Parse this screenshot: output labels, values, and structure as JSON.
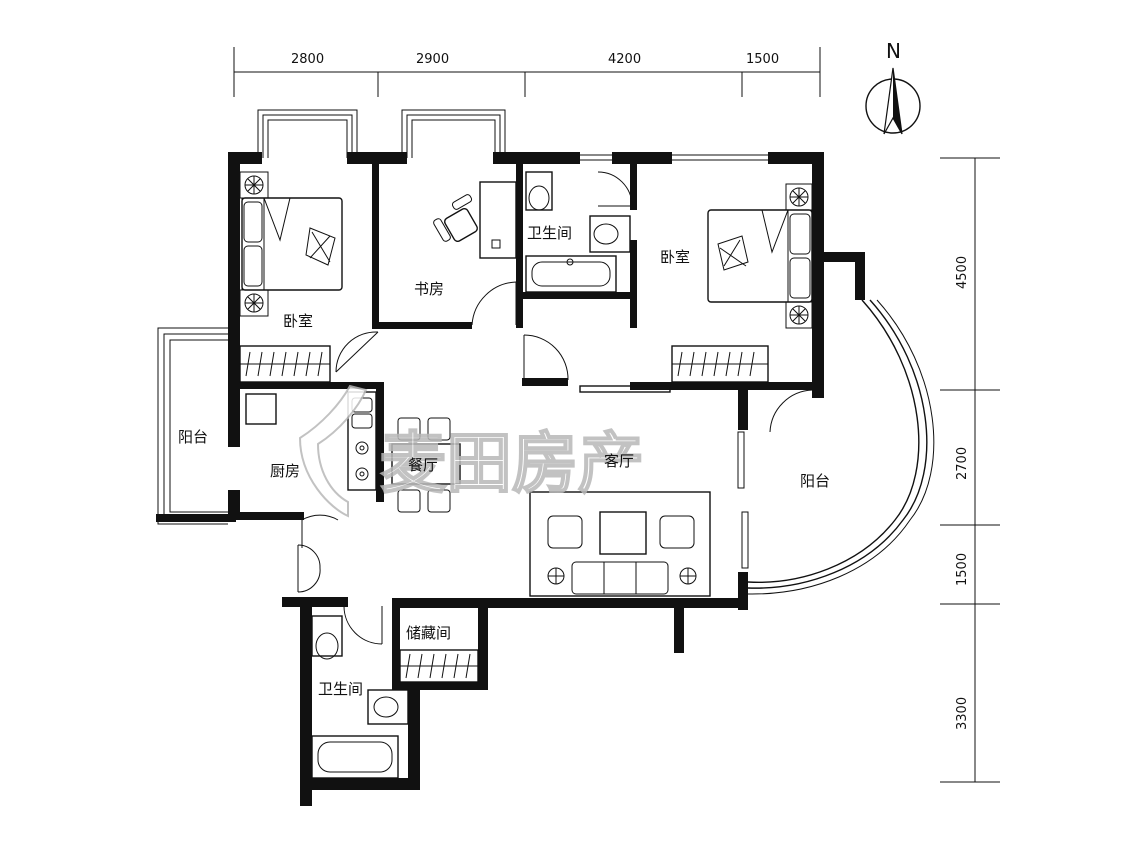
{
  "rooms": {
    "bedroom_west": "卧室",
    "study": "书房",
    "bathroom_north": "卫生间",
    "bedroom_east": "卧室",
    "balcony_west": "阳台",
    "kitchen": "厨房",
    "dining": "餐厅",
    "living": "客厅",
    "balcony_east": "阳台",
    "storage": "储藏间",
    "bathroom_south": "卫生间"
  },
  "dimensions": {
    "top": [
      "2800",
      "2900",
      "4200",
      "1500"
    ],
    "right": [
      "4500",
      "2700",
      "1500",
      "3300"
    ]
  },
  "compass": {
    "label": "N"
  },
  "watermark": {
    "text": "麦田房产",
    "icon": "leaf-logo"
  }
}
